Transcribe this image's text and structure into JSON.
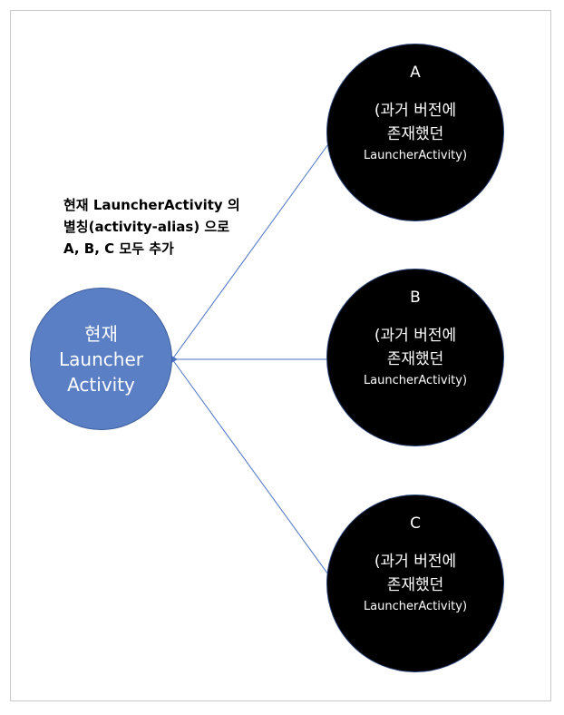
{
  "caption": {
    "line1": "현재 LauncherActivity 의",
    "line2": "별칭(activity-alias) 으로",
    "line3": "A, B, C 모두 추가"
  },
  "current": {
    "line1": "현재",
    "line2": "Launcher",
    "line3": "Activity"
  },
  "targets": [
    {
      "letter": "A",
      "line1": "(과거 버전에",
      "line2": "존재했던",
      "line3": "LauncherActivity)"
    },
    {
      "letter": "B",
      "line1": "(과거 버전에",
      "line2": "존재했던",
      "line3": "LauncherActivity)"
    },
    {
      "letter": "C",
      "line1": "(과거 버전에",
      "line2": "존재했던",
      "line3": "LauncherActivity)"
    }
  ],
  "colors": {
    "current_fill": "#5b7fc4",
    "target_fill": "#000000",
    "connector": "#4a72c4"
  }
}
